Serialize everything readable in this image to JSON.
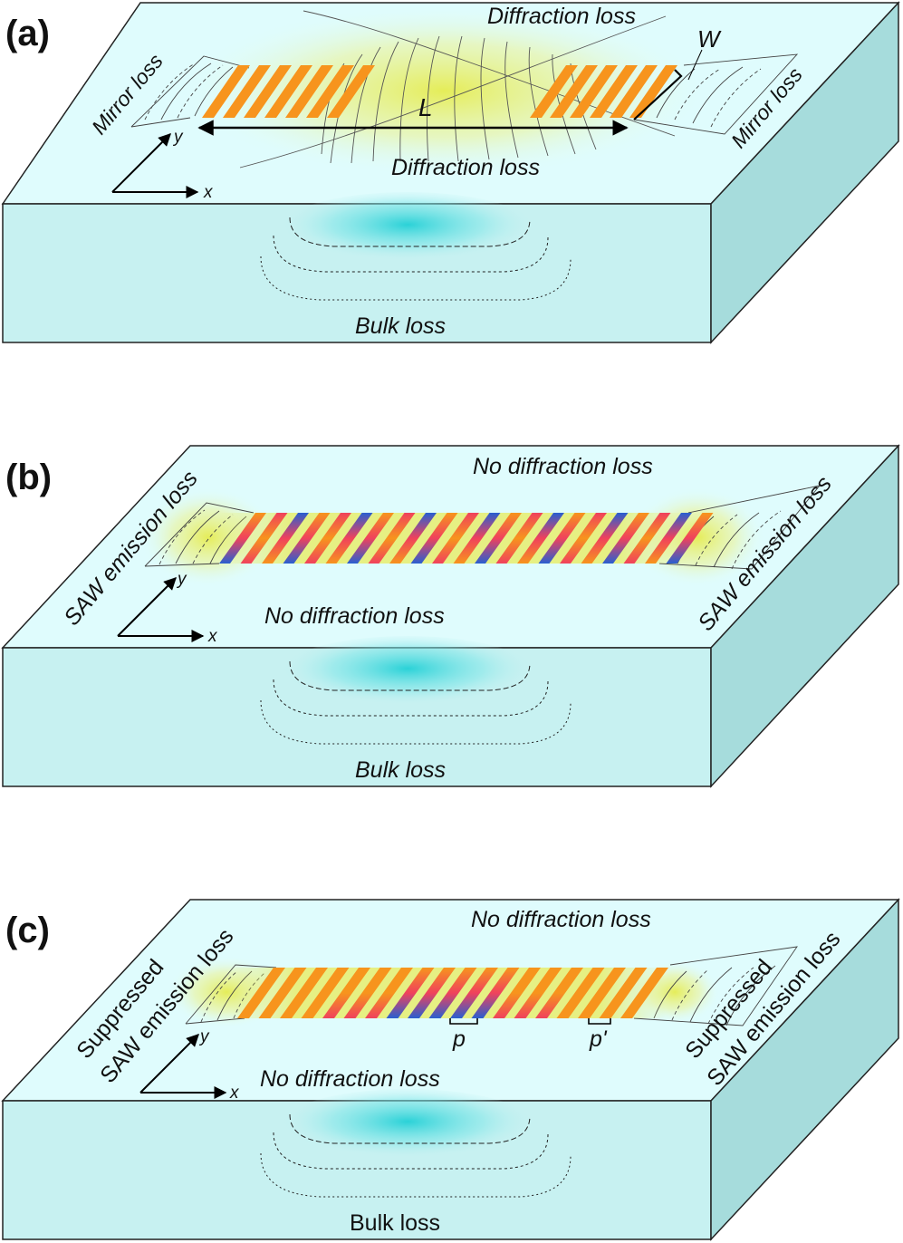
{
  "panels": [
    {
      "id": "a",
      "label": "(a)",
      "mirror_left": "Mirror loss",
      "mirror_right": "Mirror loss",
      "diffraction_top": "Diffraction loss",
      "diffraction_bottom": "Diffraction loss",
      "length_symbol": "L",
      "width_symbol": "W",
      "bulk": "Bulk loss",
      "axis_x": "x",
      "axis_y": "y"
    },
    {
      "id": "b",
      "label": "(b)",
      "saw_left": "SAW emission loss",
      "saw_right": "SAW emission loss",
      "no_diffraction_top": "No diffraction loss",
      "no_diffraction_bottom": "No diffraction loss",
      "bulk": "Bulk loss",
      "axis_x": "x",
      "axis_y": "y"
    },
    {
      "id": "c",
      "label": "(c)",
      "suppressed_left_1": "Suppressed",
      "suppressed_left_2": "SAW emission loss",
      "suppressed_right_1": "Suppressed",
      "suppressed_right_2": "SAW emission loss",
      "no_diffraction_top": "No diffraction loss",
      "no_diffraction_bottom": "No diffraction loss",
      "pitch_p": "p",
      "pitch_p_prime": "p'",
      "bulk": "Bulk loss",
      "axis_x": "x",
      "axis_y": "y"
    }
  ],
  "colors": {
    "top_face": "#dffcfd",
    "front_face": "#c7f1f1",
    "side_face": "#a6dcdc",
    "electrode_orange": "#f7941d",
    "electrode_red": "#f0425c",
    "electrode_blue": "#2a5fcf",
    "glow_yellow": "#e8ec5a",
    "bulk_glow": "#27d3d8"
  }
}
